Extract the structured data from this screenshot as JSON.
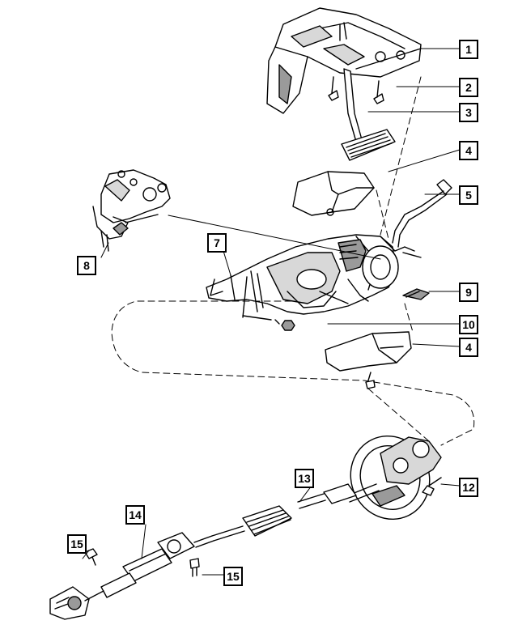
{
  "diagram": {
    "callouts": [
      {
        "id": "c1",
        "label": "1"
      },
      {
        "id": "c2",
        "label": "2"
      },
      {
        "id": "c3",
        "label": "3"
      },
      {
        "id": "c4a",
        "label": "4"
      },
      {
        "id": "c5",
        "label": "5"
      },
      {
        "id": "c7",
        "label": "7"
      },
      {
        "id": "c8",
        "label": "8"
      },
      {
        "id": "c9",
        "label": "9"
      },
      {
        "id": "c10",
        "label": "10"
      },
      {
        "id": "c4b",
        "label": "4"
      },
      {
        "id": "c12",
        "label": "12"
      },
      {
        "id": "c13",
        "label": "13"
      },
      {
        "id": "c14",
        "label": "14"
      },
      {
        "id": "c15a",
        "label": "15"
      },
      {
        "id": "c15b",
        "label": "15"
      }
    ],
    "colors": {
      "ink": "#000000",
      "paper": "#ffffff",
      "shade": "#9a9a9a",
      "light": "#d8d8d8"
    }
  }
}
